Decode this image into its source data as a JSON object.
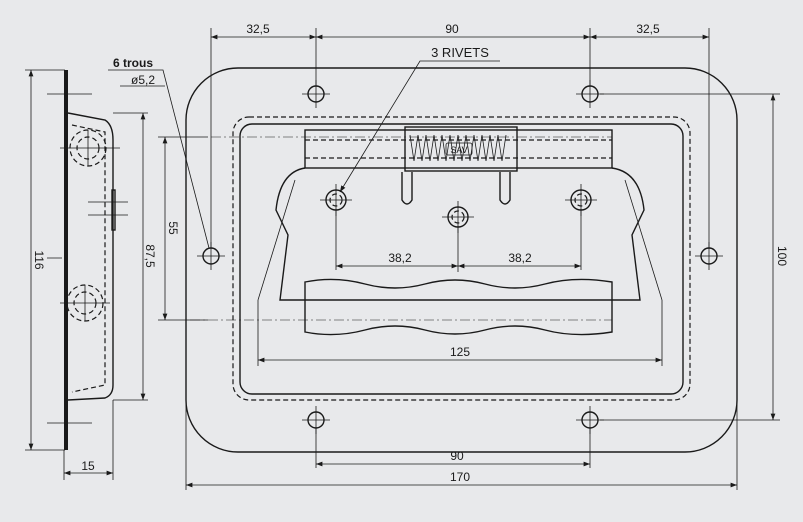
{
  "labels": {
    "holes_count": "6 trous",
    "holes_diameter": "ø5,2",
    "rivets": "3 RIVETS",
    "brand": "SAV"
  },
  "dimensions": {
    "top_left": "32,5",
    "top_middle": "90",
    "top_right": "32,5",
    "rivet_left": "38,2",
    "rivet_right": "38,2",
    "handle_width": "125",
    "bottom_holes": "90",
    "overall_width": "170",
    "overall_height": "100",
    "side_height": "116",
    "recess_height": "87,5",
    "handle_height": "55",
    "depth": "15"
  },
  "colors": {
    "background": "#e8e9eb",
    "line": "#1a1a1a"
  }
}
